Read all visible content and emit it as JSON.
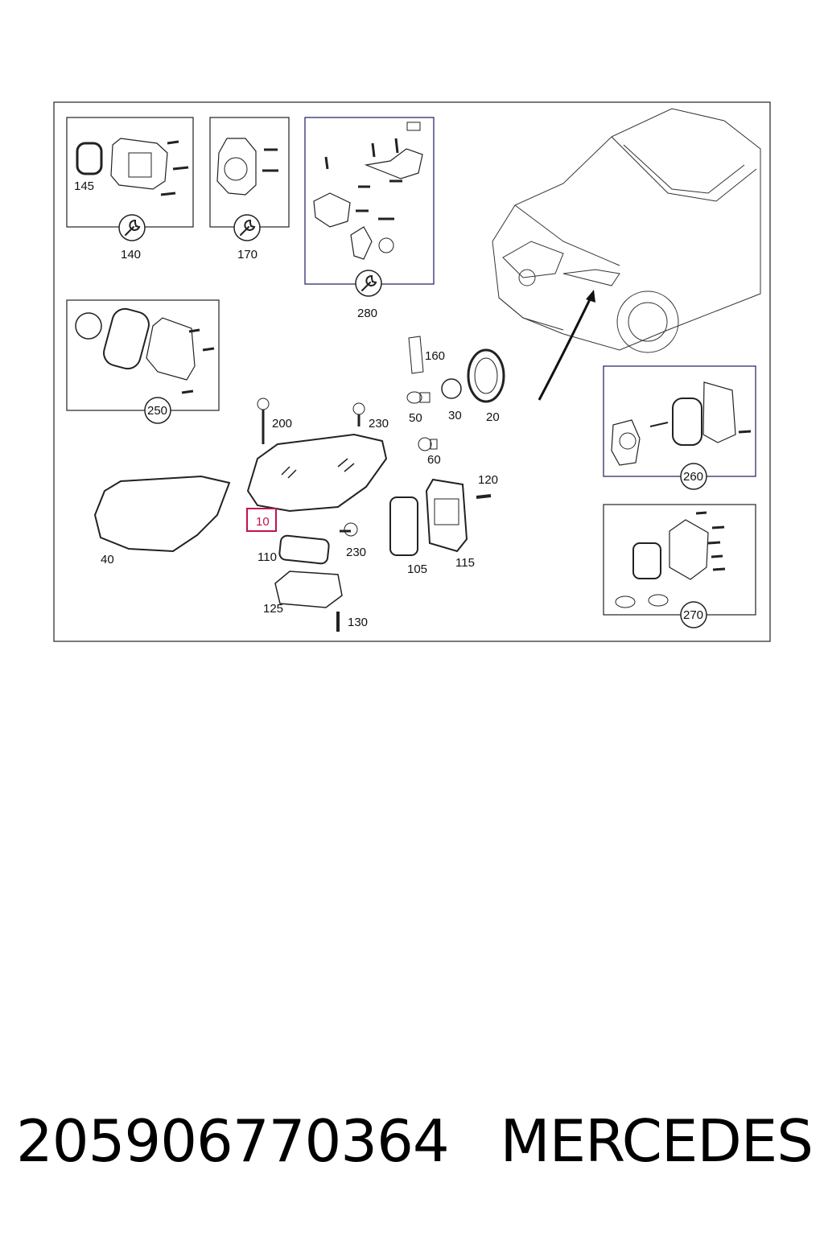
{
  "parts": {
    "p10": "10",
    "p20": "20",
    "p30": "30",
    "p40": "40",
    "p50": "50",
    "p60": "60",
    "p105": "105",
    "p110": "110",
    "p115": "115",
    "p120": "120",
    "p125": "125",
    "p130": "130",
    "p140": "140",
    "p145": "145",
    "p160": "160",
    "p170": "170",
    "p200": "200",
    "p230a": "230",
    "p230b": "230",
    "p250": "250",
    "p260": "260",
    "p270": "270",
    "p280": "280"
  },
  "icons": {
    "wrench": "wrench-icon",
    "arrow": "location-arrow"
  },
  "colors": {
    "highlight": "#c0144a",
    "line": "#222222",
    "frame_blue": "#1a1a66"
  },
  "footer": {
    "part_number": "205906770364",
    "brand": "MERCEDES"
  }
}
